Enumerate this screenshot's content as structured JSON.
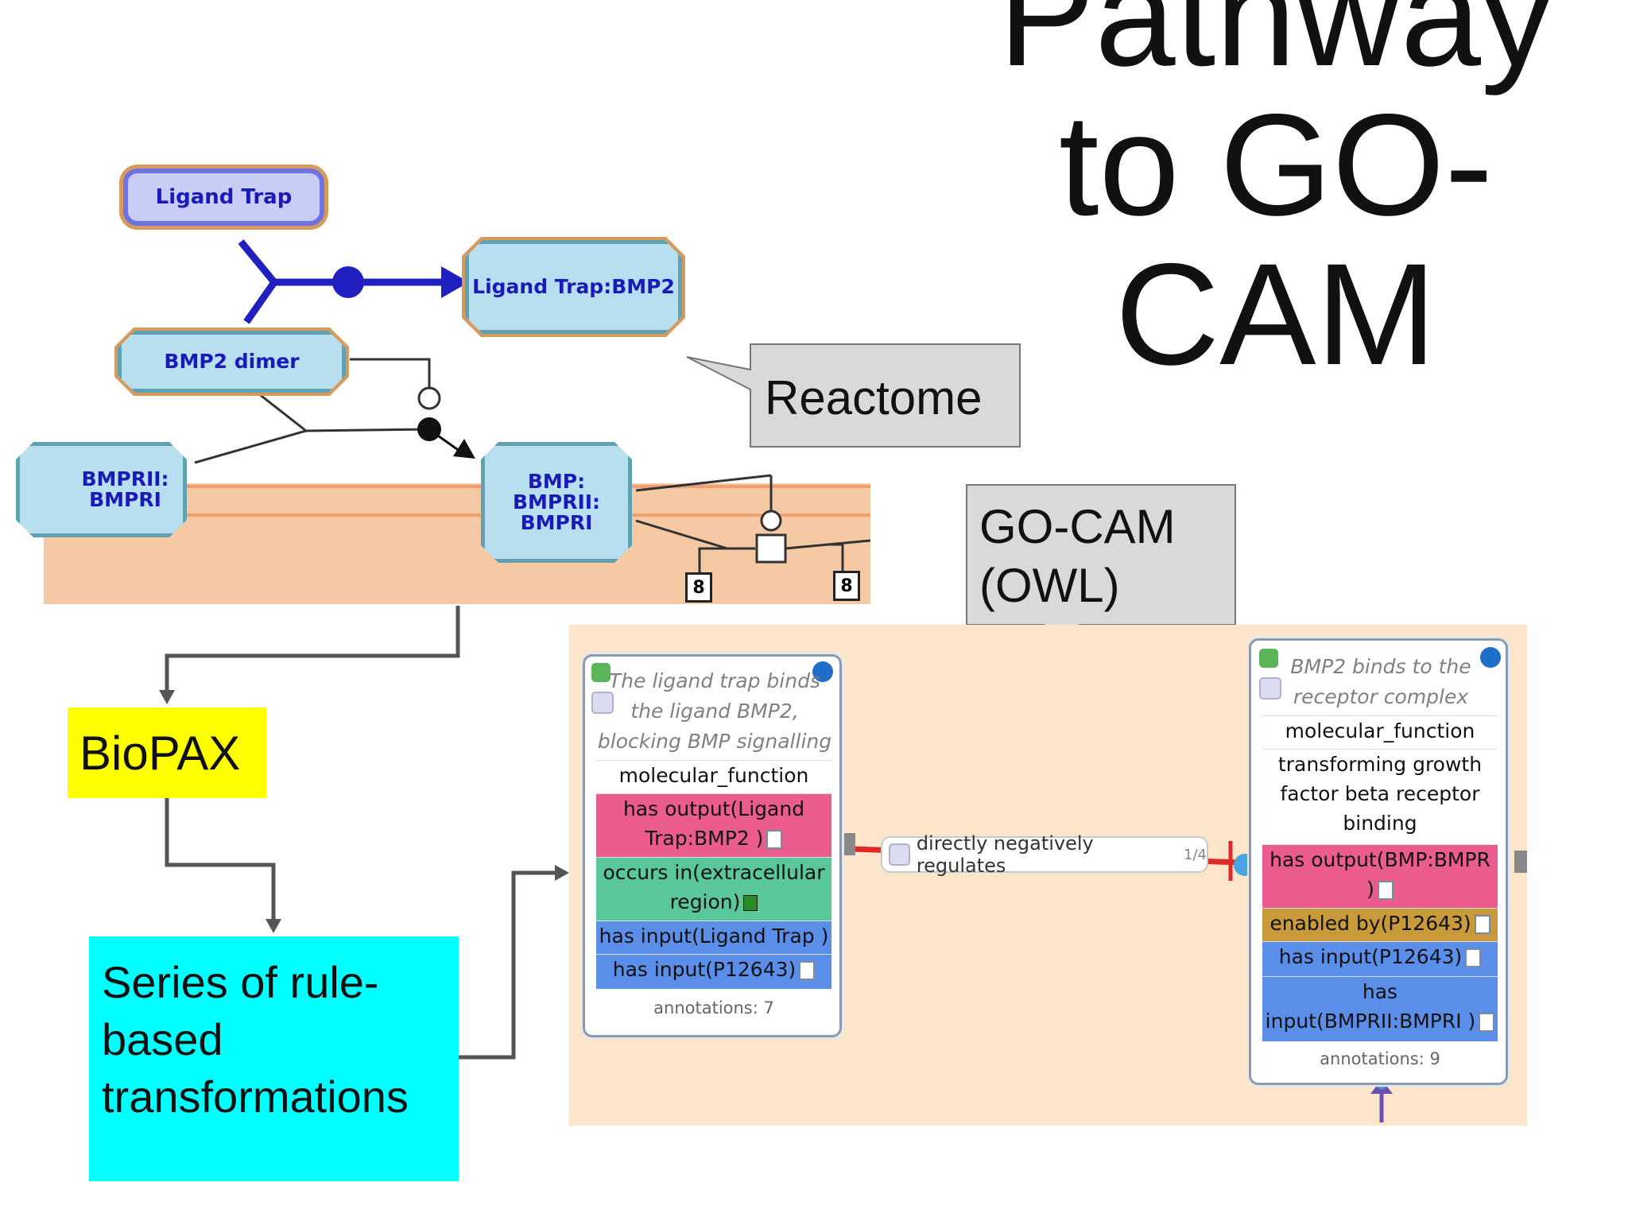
{
  "title": {
    "line1": "Pathway",
    "line2": "to GO-",
    "line3": "CAM"
  },
  "reactome": {
    "ligand_trap": "Ligand Trap",
    "ligand_trap_bmp2": "Ligand Trap:BMP2",
    "bmp2_dimer": "BMP2 dimer",
    "bmprii_bmpri_line1": "BMPRII:",
    "bmprii_bmpri_line2": "BMPRI",
    "bmp_complex_line1": "BMP:",
    "bmp_complex_line2": "BMPRII:",
    "bmp_complex_line3": "BMPRI",
    "badge1": "8",
    "badge2": "8"
  },
  "callouts": {
    "reactome": "Reactome",
    "gocam_line1": "GO-CAM",
    "gocam_line2": "(OWL)"
  },
  "biopax": "BioPAX",
  "rules": {
    "line1": "Series of rule-",
    "line2": "based",
    "line3": "transformations"
  },
  "gocam": {
    "card1": {
      "title_line1": "The ligand trap binds",
      "title_line2": "the ligand BMP2,",
      "title_line3": "blocking BMP signalling",
      "mf": "molecular_function",
      "output_line1": "has output(Ligand",
      "output_line2": "Trap:BMP2 )",
      "occurs_line1": "occurs in(extracellular",
      "occurs_line2": "region)",
      "input1": "has input(Ligand Trap )",
      "input2": "has input(P12643)",
      "annotations": "annotations: 7"
    },
    "edge": {
      "label": "directly negatively regulates",
      "fraction": "1/4"
    },
    "card2": {
      "title_line1": "BMP2 binds to the",
      "title_line2": "receptor complex",
      "mf": "molecular_function",
      "tgf_line1": "transforming growth",
      "tgf_line2": "factor beta receptor",
      "tgf_line3": "binding",
      "output_line1": "has output(BMP:BMPR",
      "output_line2": ")",
      "enabled": "enabled by(P12643)",
      "input1": "has input(P12643)",
      "input2_line1": "has",
      "input2_line2": "input(BMPRII:BMPRI )",
      "annotations": "annotations: 9"
    },
    "colors": {
      "pink": "#ea5b8e",
      "green": "#59c79a",
      "blue": "#5b8ee9",
      "gold": "#c99a3a",
      "panel": "#fbe6cc"
    }
  }
}
